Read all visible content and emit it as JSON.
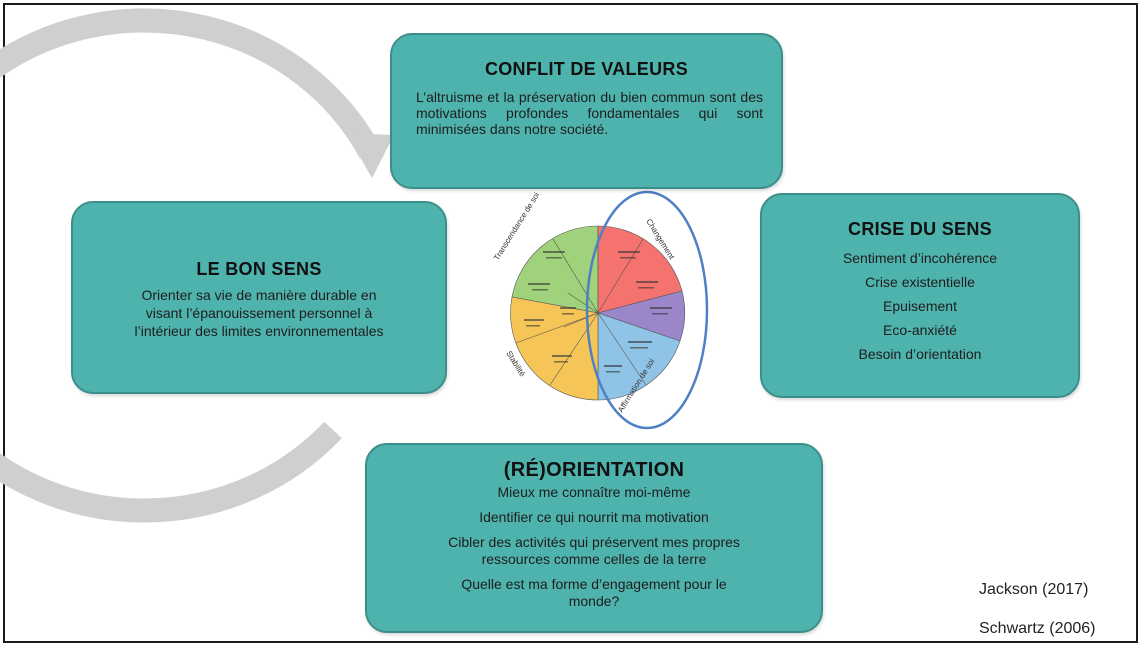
{
  "cycle": {
    "conflit": {
      "title": "CONFLIT DE VALEURS",
      "text": "L’altruisme et la préservation du bien commun sont des motivations profondes fondamentales qui sont minimisées dans notre société."
    },
    "crise": {
      "title": "CRISE DU SENS",
      "lines": [
        "Sentiment d’incohérence",
        "Crise existentielle",
        "Epuisement",
        "Eco-anxiété",
        "Besoin d’orientation"
      ]
    },
    "bon_sens": {
      "title": "LE BON SENS",
      "lines": [
        "Orienter sa vie de manière durable en",
        "visant l’épanouissement personnel à",
        "l’intérieur des limites environnementales"
      ]
    },
    "reorientation": {
      "title": "(RÉ)ORIENTATION",
      "lines": [
        "Mieux me connaître moi-même",
        "Identifier ce qui nourrit ma motivation",
        "Cibler des activités qui préservent mes propres ressources comme celles de la terre",
        "Quelle est ma forme d’engagement pour le monde?"
      ]
    }
  },
  "wheel": {
    "labels": {
      "top_left": "Transcendance de soi",
      "top_right": "Changement",
      "bottom_left": "Stabilité",
      "bottom_right": "Affirmation de soi"
    },
    "colors": {
      "green": "#9fd27a",
      "red": "#f4736e",
      "purple": "#9a86c9",
      "blue": "#8fc4e6",
      "yellow": "#f6c557",
      "ellipse": "#4f7fc4",
      "box": "#4fb3ad",
      "arrow": "#cfcfcf"
    }
  },
  "references": [
    "Jackson (2017)",
    "Schwartz (2006)"
  ]
}
